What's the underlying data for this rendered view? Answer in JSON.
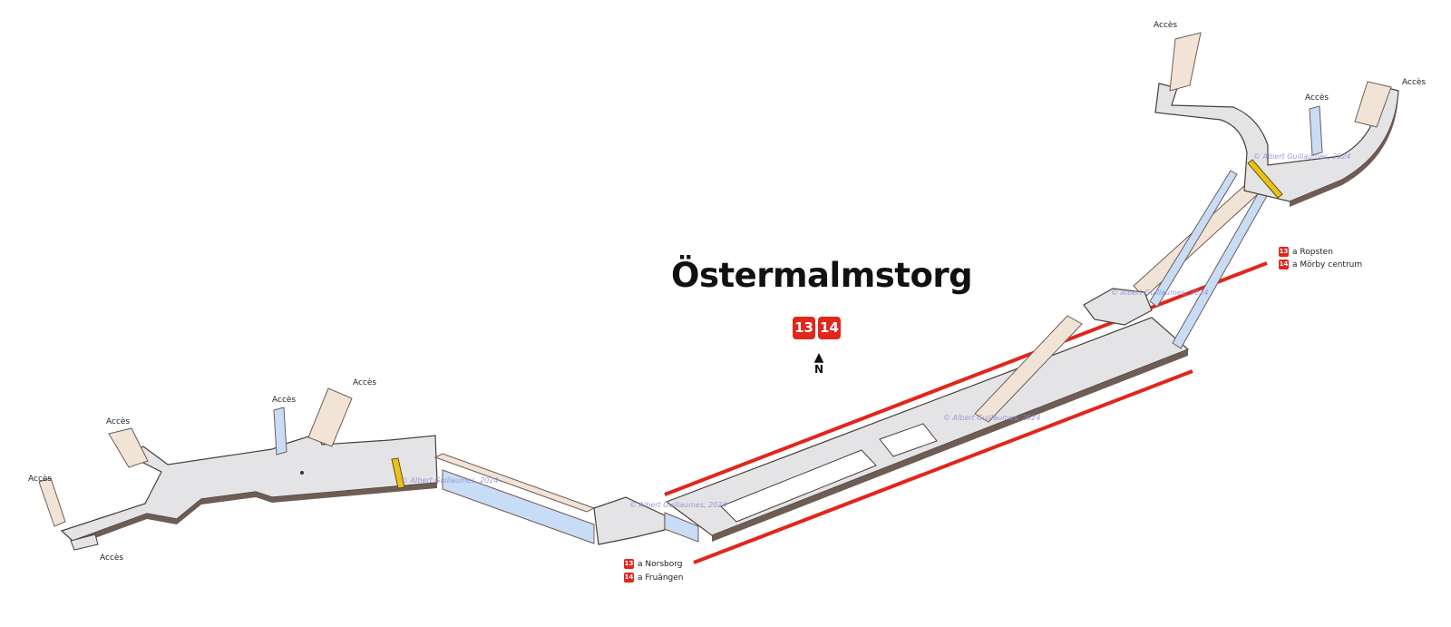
{
  "station": {
    "name": "Östermalmstorg"
  },
  "lines": [
    {
      "number": "13",
      "color": "#e1261c"
    },
    {
      "number": "14",
      "color": "#e1261c"
    }
  ],
  "north_label": "N",
  "access_label": "Accès",
  "destinations": {
    "east": [
      {
        "line": "13",
        "text": "a Ropsten"
      },
      {
        "line": "14",
        "text": "a Mörby centrum"
      }
    ],
    "west": [
      {
        "line": "13",
        "text": "a Norsborg"
      },
      {
        "line": "14",
        "text": "a Fruängen"
      }
    ]
  },
  "watermark": "© Albert Guillaumes, 2024",
  "colors": {
    "floor": "#e4e4e6",
    "wall": "#6e5d55",
    "stairs": "#f1e4d6",
    "escalator": "#c8dcf6",
    "track": "#e1261c",
    "gates": "#e8c020"
  }
}
